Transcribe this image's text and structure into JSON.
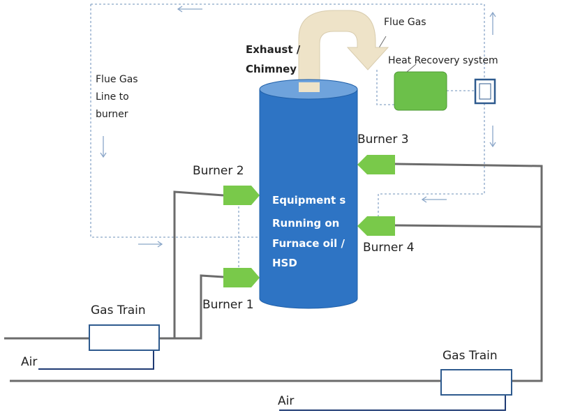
{
  "labels": {
    "flue_gas_top": "Flue Gas",
    "heat_recovery": "Heat Recovery system",
    "exhaust_line1": "Exhaust /",
    "exhaust_line2": "Chimney",
    "flue_line_1": "Flue Gas",
    "flue_line_2": "Line to",
    "flue_line_3": "burner",
    "burner1": "Burner 1",
    "burner2": "Burner 2",
    "burner3": "Burner 3",
    "burner4": "Burner 4",
    "equip_1": "Equipment s",
    "equip_2": "Running on",
    "equip_3": "Furnace oil /",
    "equip_4": "HSD",
    "gas_train_left": "Gas  Train",
    "gas_train_right": "Gas  Train",
    "air_left": "Air",
    "air_right": "Air"
  },
  "colors": {
    "vessel_fill": "#2e74c4",
    "vessel_dark": "#1f5fa8",
    "vessel_top": "#6fa3dc",
    "burner_green": "#79c94a",
    "heat_recovery_green": "#6cc04a",
    "exhaust_duct": "#eee3c8",
    "pipe_gray": "#6b6b6b",
    "air_line": "#1f3a73",
    "dashed_line": "#8aa6c8",
    "box_border": "#2e5a8e"
  }
}
